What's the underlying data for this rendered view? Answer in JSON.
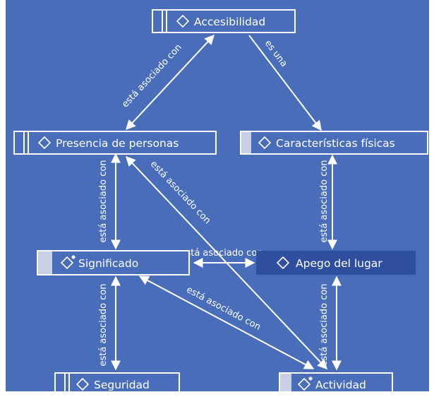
{
  "background_color": "#4a6db9",
  "nodes": {
    "accesibilidad": "Accesibilidad",
    "presencia": "Presencia de personas",
    "caracteristicas": "Características físicas",
    "significado": "Significado",
    "apego": "Apego del lugar",
    "seguridad": "Seguridad",
    "actividad": "Actividad"
  },
  "edges": {
    "label_asociado": "está asociado con",
    "label_es_una": "es una"
  },
  "icons": {
    "node_icon": "diamond-icon"
  }
}
